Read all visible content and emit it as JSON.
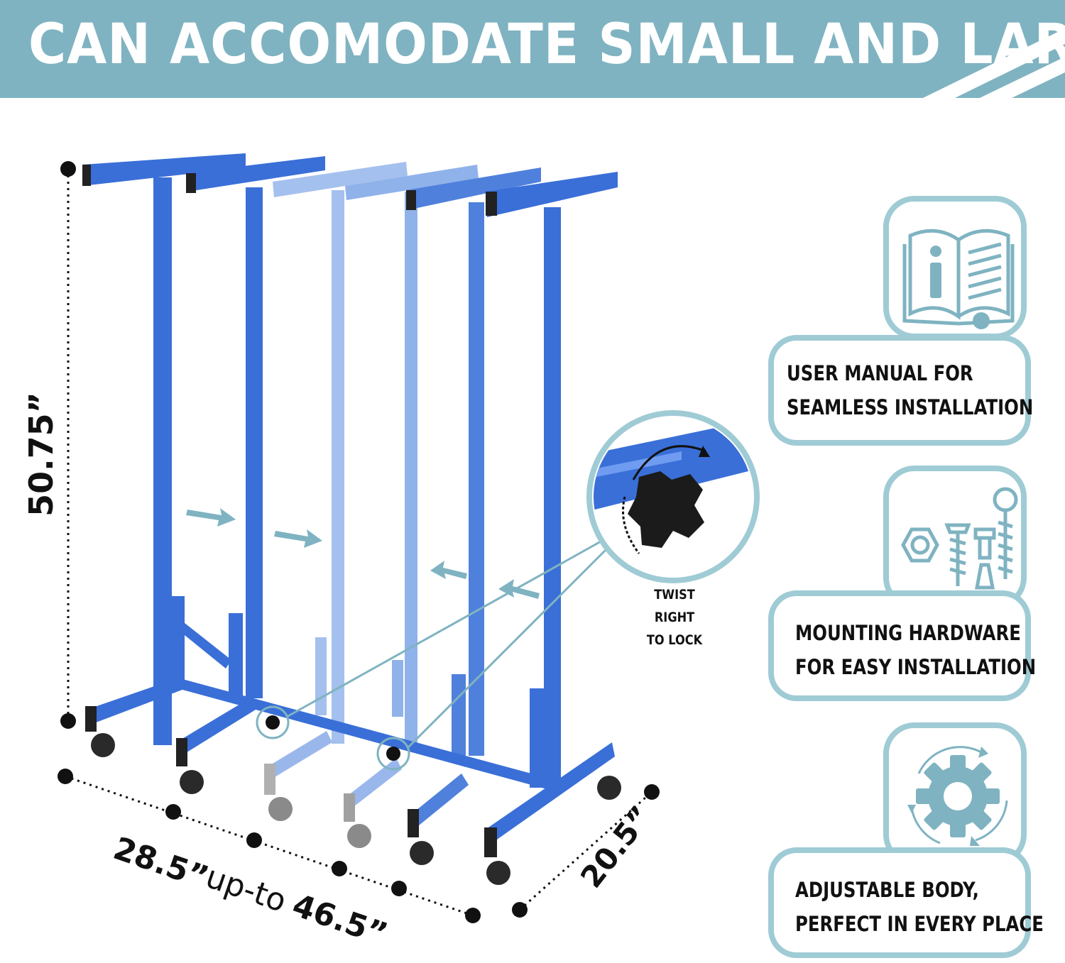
{
  "banner": {
    "title": "CAN ACCOMODATE SMALL AND LARGE FILES",
    "color": "#7fb3c1"
  },
  "dimensions": {
    "height": "50.75”",
    "width_min": "28.5”",
    "width_connector": "up-to",
    "width_max": "46.5”",
    "depth": "20.5”"
  },
  "callout": {
    "line1": "TWIST RIGHT",
    "line2": "TO LOCK"
  },
  "features": [
    {
      "icon": "manual-icon",
      "line1": "USER MANUAL FOR",
      "line2": "SEAMLESS INSTALLATION"
    },
    {
      "icon": "hardware-icon",
      "line1": "MOUNTING HARDWARE",
      "line2": "FOR  EASY INSTALLATION"
    },
    {
      "icon": "gear-icon",
      "line1": "ADJUSTABLE BODY,",
      "line2": "PERFECT IN EVERY PLACE"
    }
  ],
  "colors": {
    "frame_blue": "#3a6fd8",
    "frame_light": "#8fb2ea",
    "accent_teal": "#9fcbd5"
  }
}
